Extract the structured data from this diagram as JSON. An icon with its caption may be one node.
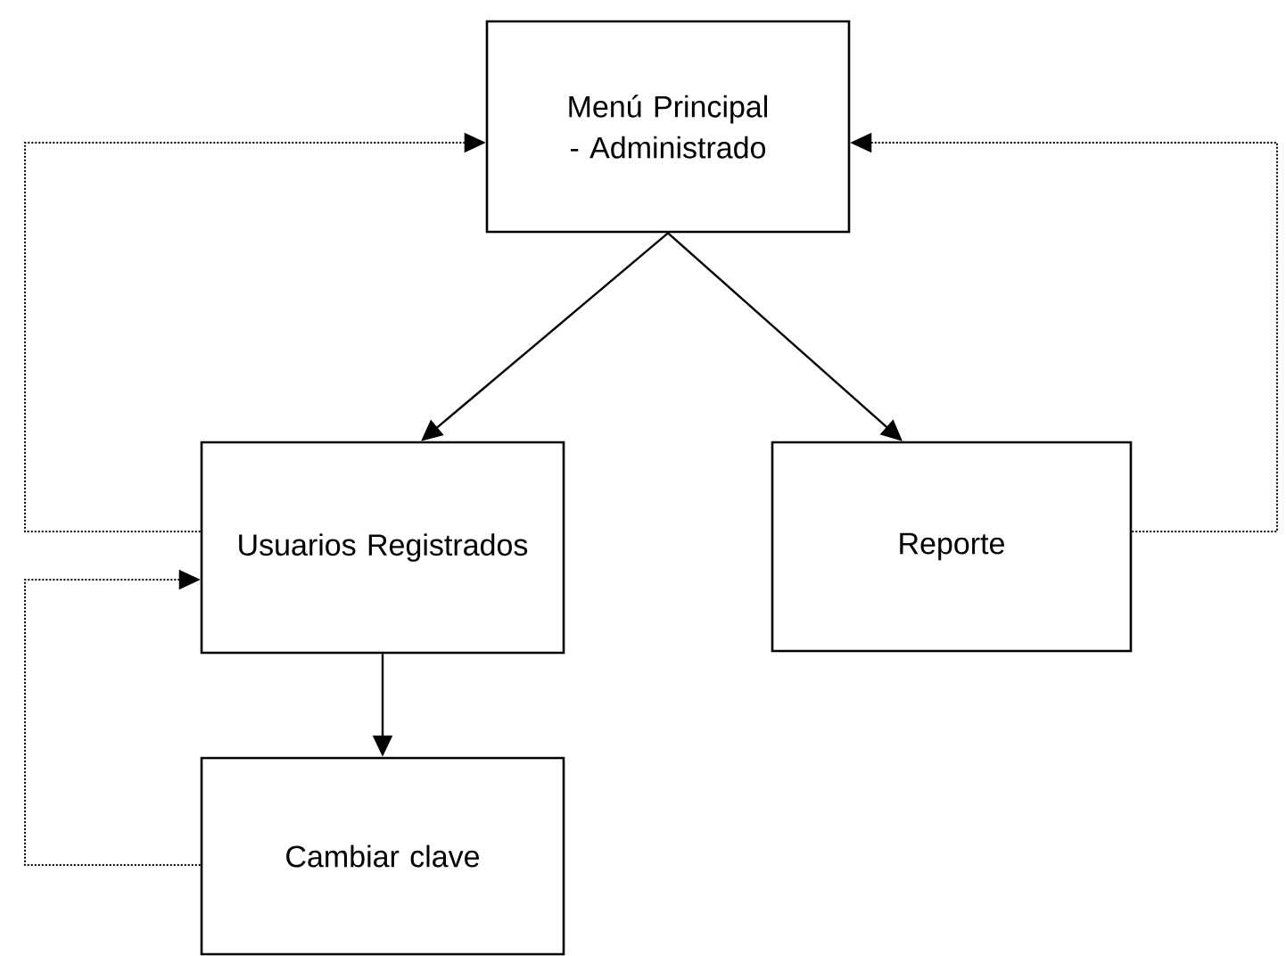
{
  "diagram": {
    "nodes": [
      {
        "text": [
          "Menú Principal - Administrado"
        ]
      },
      {
        "text": [
          "Usuarios Registrados"
        ]
      },
      {
        "text": [
          "Reporte"
        ]
      },
      {
        "text": [
          "Cambiar clave"
        ]
      }
    ],
    "edges": [
      {
        "from": 0,
        "to": 1,
        "arrow": "to"
      },
      {
        "from": 0,
        "to": 2,
        "arrow": "to"
      },
      {
        "from": 1,
        "to": 3,
        "arrow": "to"
      },
      {
        "from": 1,
        "to": 0,
        "arrow": "to",
        "style": "dashed"
      },
      {
        "from": 2,
        "to": 0,
        "arrow": "to",
        "style": "dashed"
      },
      {
        "from": 3,
        "to": 1,
        "arrow": "to",
        "style": "dashed"
      }
    ]
  }
}
